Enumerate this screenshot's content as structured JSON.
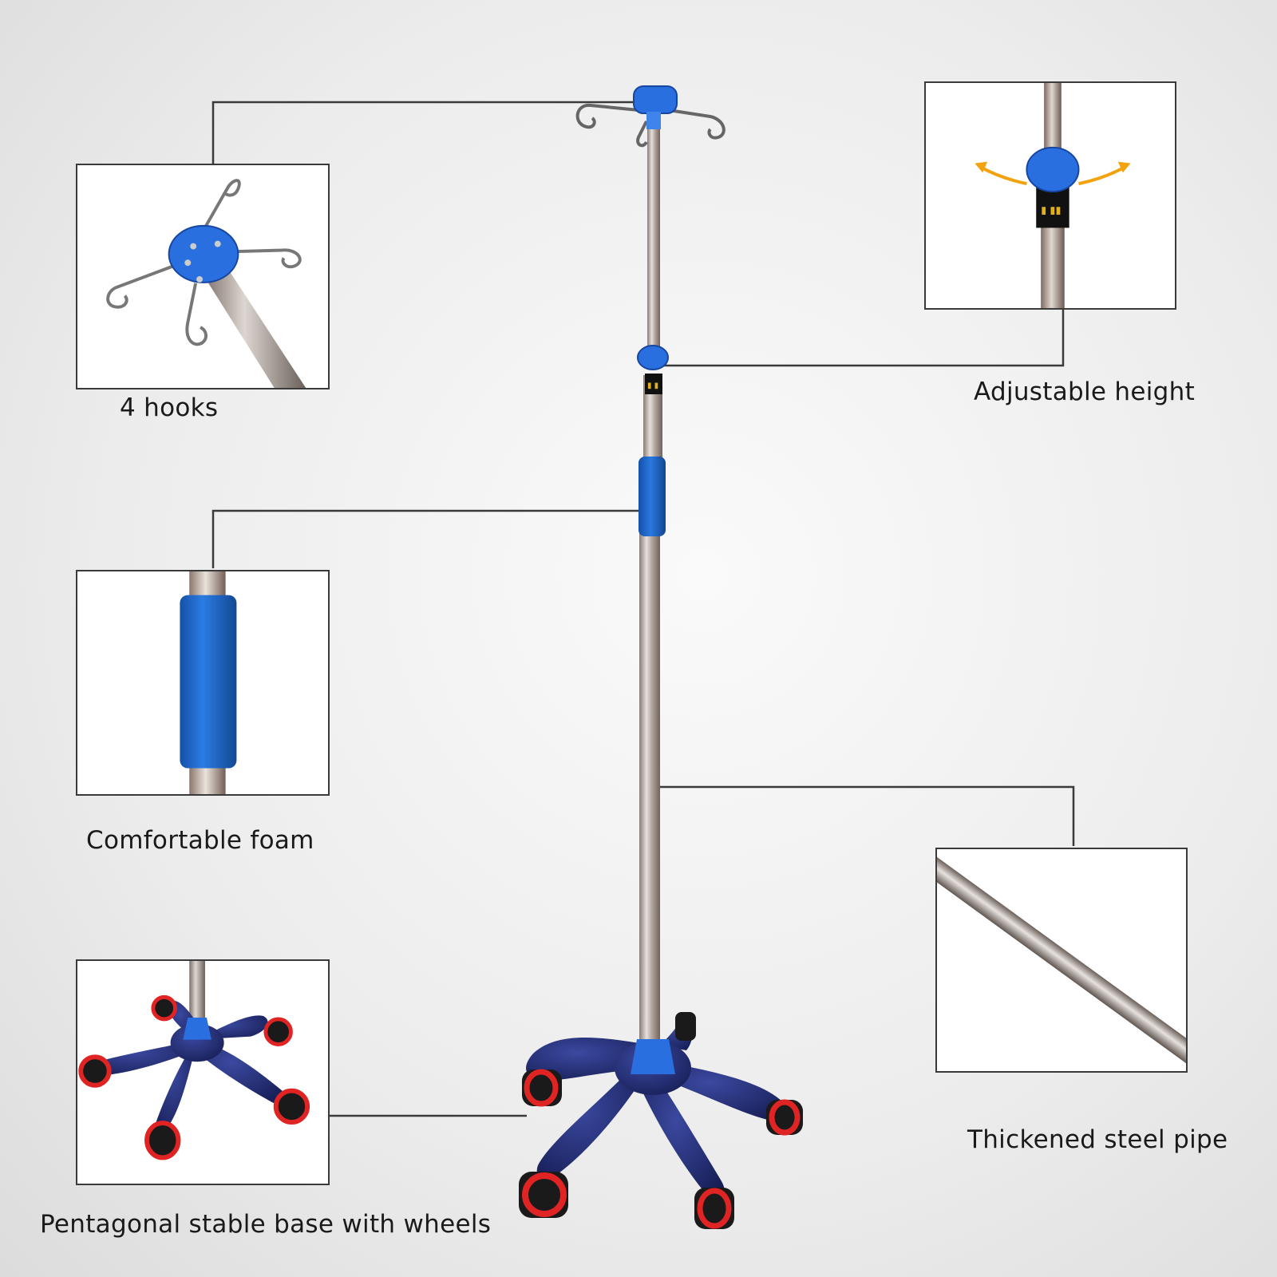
{
  "callouts": {
    "hooks": {
      "label": "4 hooks"
    },
    "height": {
      "label": "Adjustable height"
    },
    "foam": {
      "label": "Comfortable foam"
    },
    "base": {
      "label": "Pentagonal stable base with wheels"
    },
    "pipe": {
      "label": "Thickened steel pipe"
    }
  },
  "colors": {
    "accent_blue": "#2a6fe0",
    "foam_blue": "#1f63c9",
    "base_navy": "#1f2a6b",
    "wheel_red": "#e02424",
    "arrow_orange": "#f2a20c",
    "line": "#3a3a3a"
  }
}
